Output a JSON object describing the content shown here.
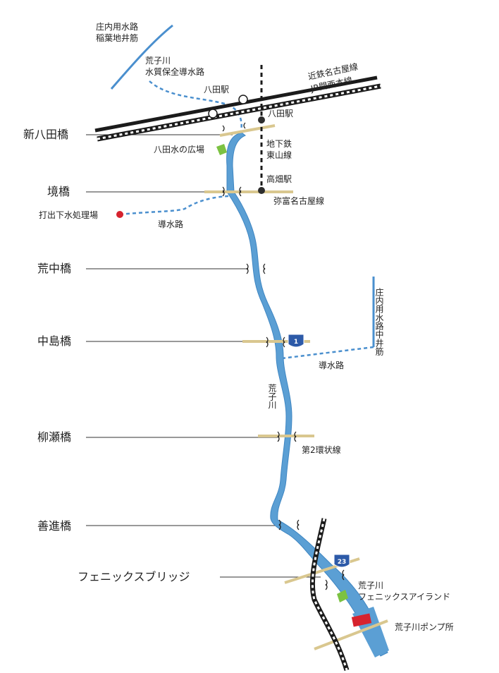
{
  "colors": {
    "river": "#5b9fd4",
    "river_edge": "#3f86c2",
    "aqueduct": "#4a8fce",
    "road": "#d9c78f",
    "rail": "#1b1b1b",
    "plaza": "#7cc242",
    "plant": "#d6232e",
    "station_fill": "#ffffff",
    "subway_station": "#2d2d2d"
  },
  "bridges": [
    {
      "id": "shin-hatta",
      "label": "新八田橋"
    },
    {
      "id": "sakai",
      "label": "境橋"
    },
    {
      "id": "aranaka",
      "label": "荒中橋"
    },
    {
      "id": "nakajima",
      "label": "中島橋"
    },
    {
      "id": "yanagise",
      "label": "柳瀬橋"
    },
    {
      "id": "zenshin",
      "label": "善進橋"
    },
    {
      "id": "phoenix",
      "label": "フェニックスブリッジ"
    }
  ],
  "labels": {
    "shonai_inaba_1": "庄内用水路",
    "shonai_inaba_2": "稲葉地井筋",
    "arako_quality_1": "荒子川",
    "arako_quality_2": "水質保全導水路",
    "hatta_jr": "八田駅",
    "kintetsu_1": "近鉄名古屋線",
    "kintetsu_2": "JR関西本線",
    "hatta_subway": "八田駅",
    "hatta_plaza": "八田水の広場",
    "subway_line_1": "地下鉄",
    "subway_line_2": "東山線",
    "takabata": "高畑駅",
    "yatomi_road": "弥富名古屋線",
    "uchide_plant": "打出下水処理場",
    "conduit_upper": "導水路",
    "shonai_nakai": "庄内用水路中井筋",
    "conduit_lower": "導水路",
    "route_1": "1",
    "arako_river": "荒子川",
    "ring2": "第2環状線",
    "route_23": "23",
    "island_1": "荒子川",
    "island_2": "フェニックスアイランド",
    "pump": "荒子川ポンプ所"
  }
}
